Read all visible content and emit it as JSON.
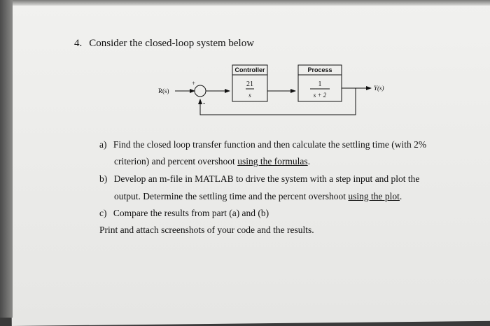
{
  "question": {
    "number": "4.",
    "title": "Consider the closed-loop system below"
  },
  "diagram": {
    "input_label": "R(s)",
    "output_label": "Y(s)",
    "plus_sign": "+",
    "minus_sign": "-",
    "controller": {
      "header": "Controller",
      "numerator": "21",
      "denominator": "s"
    },
    "process": {
      "header": "Process",
      "numerator": "1",
      "denominator": "s + 2"
    }
  },
  "parts": {
    "a_marker": "a)",
    "a_line1": "Find the closed loop transfer function and then calculate the settling time (with 2%",
    "a_line2_text": "criterion) and percent overshoot ",
    "a_line2_link": "using the formulas",
    "a_line2_end": ".",
    "b_marker": "b)",
    "b_line1": "Develop an m-file in MATLAB to drive the system with a step input and plot the",
    "b_line2_text": "output. Determine the settling time and the percent overshoot ",
    "b_line2_link": "using the plot",
    "b_line2_end": ".",
    "c_marker": "c)",
    "c_text": "Compare the results from part (a) and (b)",
    "final": "Print and attach screenshots of your code and the results."
  }
}
